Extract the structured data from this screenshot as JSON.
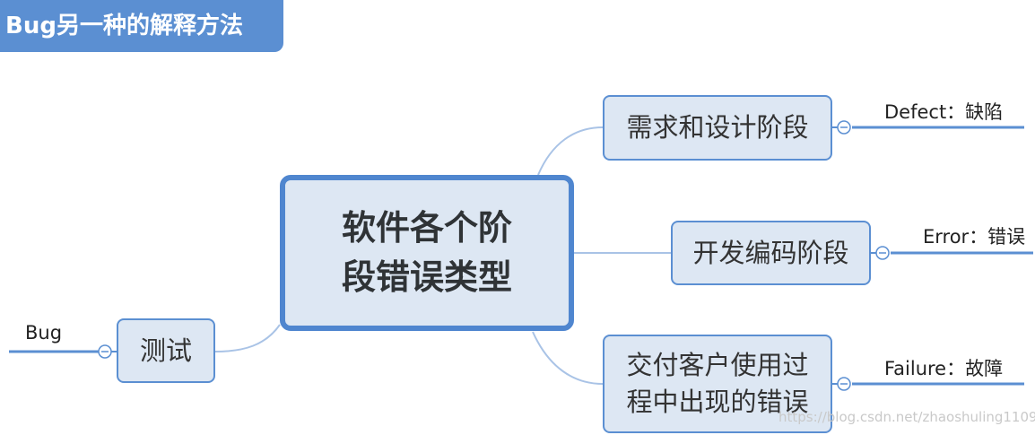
{
  "title": "Bug另一种的解释方法",
  "colors": {
    "accent": "#5b8fd2",
    "node_fill": "#dde7f3",
    "connector": "#a9c3e6"
  },
  "center": {
    "line1": "软件各个阶",
    "line2": "段错误类型"
  },
  "branches": [
    {
      "label": "需求和设计阶段",
      "leaf": "Defect：缺陷"
    },
    {
      "label": "开发编码阶段",
      "leaf": "Error：错误"
    },
    {
      "label_line1": "交付客户使用过",
      "label_line2": "程中出现的错误",
      "leaf": "Failure：故障"
    }
  ],
  "left_branch": {
    "label": "测试",
    "leaf": "Bug"
  },
  "watermark": "https://blog.csdn.net/zhaoshuling1109"
}
